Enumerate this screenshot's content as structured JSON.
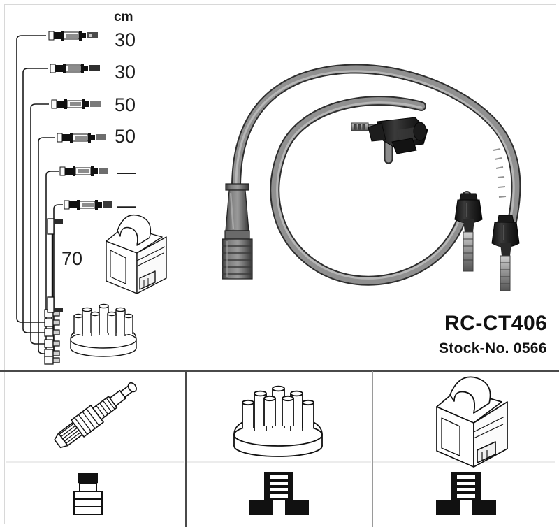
{
  "product": {
    "part_number": "RC-CT406",
    "stock_number": "Stock-No. 0566"
  },
  "schematic": {
    "unit_header": "cm",
    "cable_lengths": [
      {
        "label": "30",
        "index": 1
      },
      {
        "label": "30",
        "index": 2
      },
      {
        "label": "50",
        "index": 3
      },
      {
        "label": "50",
        "index": 4
      },
      {
        "label": "—",
        "index": 5
      },
      {
        "label": "—",
        "index": 6
      }
    ],
    "coil_lead_length": "70",
    "components": [
      {
        "name": "ignition-coil",
        "label": "ignition coil"
      },
      {
        "name": "distributor-cap",
        "label": "distributor cap"
      }
    ]
  },
  "photo": {
    "name": "ignition-cable-set-photo",
    "description": "NGK ignition cable set",
    "colors": {
      "cable": "#8a8a8a",
      "cable_shadow": "#4d4d4d",
      "boot_dark": "#151515",
      "boot_gray": "#6f6f6f"
    }
  },
  "legend": {
    "panels": [
      {
        "name": "spark-plug-panel",
        "top_icon": "spark-plug-icon",
        "bottom_icon": "spark-plug-terminal-icon"
      },
      {
        "name": "distributor-cap-panel",
        "top_icon": "distributor-cap-icon",
        "bottom_icon": "distributor-terminal-icon"
      },
      {
        "name": "ignition-coil-panel",
        "top_icon": "ignition-coil-icon",
        "bottom_icon": "coil-terminal-icon"
      }
    ]
  }
}
